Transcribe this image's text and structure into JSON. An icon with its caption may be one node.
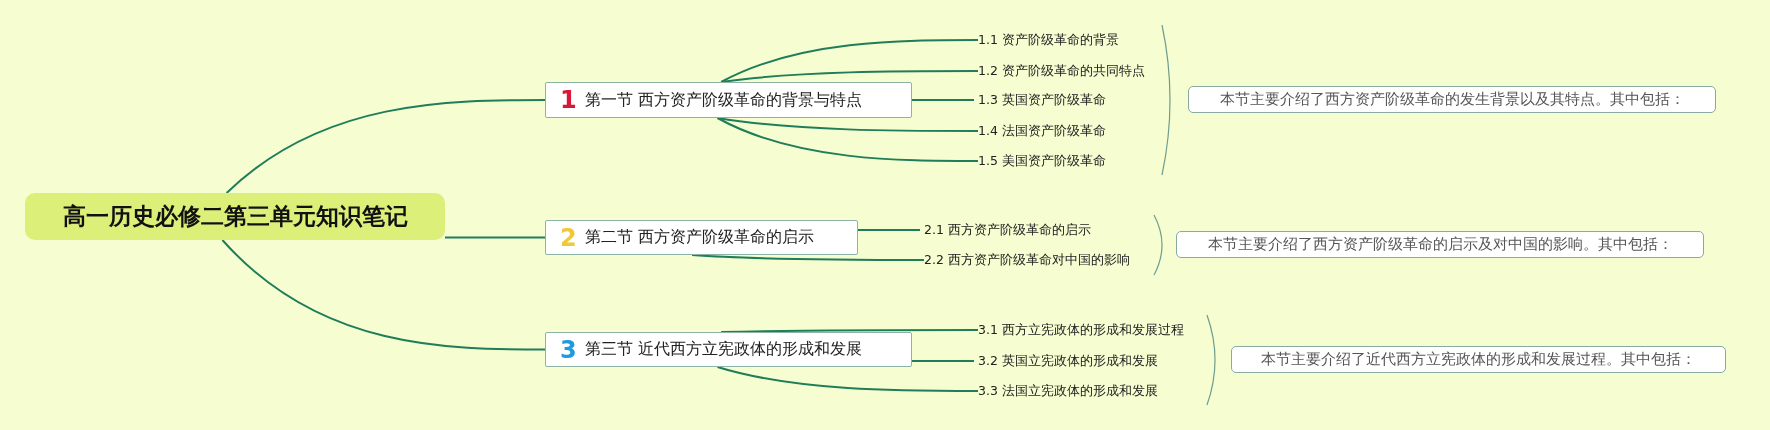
{
  "diagram": {
    "nodes": [
      {
        "text": [
          "高一历史必修二第三单元知识笔记"
        ]
      },
      {
        "text": [
          "1",
          "第一节 西方资产阶级革命的背景与特点"
        ]
      },
      {
        "text": [
          "1.1 资产阶级革命的背景"
        ]
      },
      {
        "text": [
          "1.2 资产阶级革命的共同特点"
        ]
      },
      {
        "text": [
          "1.3 英国资产阶级革命"
        ]
      },
      {
        "text": [
          "1.4 法国资产阶级革命"
        ]
      },
      {
        "text": [
          "1.5 美国资产阶级革命"
        ]
      },
      {
        "text": [
          "本节主要介绍了西方资产阶级革命的发生背景以及其特点。其中包括："
        ]
      },
      {
        "text": [
          "2",
          "第二节 西方资产阶级革命的启示"
        ]
      },
      {
        "text": [
          "2.1 西方资产阶级革命的启示"
        ]
      },
      {
        "text": [
          "2.2 西方资产阶级革命对中国的影响"
        ]
      },
      {
        "text": [
          "本节主要介绍了西方资产阶级革命的启示及对中国的影响。其中包括："
        ]
      },
      {
        "text": [
          "3",
          "第三节 近代西方立宪政体的形成和发展"
        ]
      },
      {
        "text": [
          "3.1 西方立宪政体的形成和发展过程"
        ]
      },
      {
        "text": [
          "3.2 英国立宪政体的形成和发展"
        ]
      },
      {
        "text": [
          "3.3 法国立宪政体的形成和发展"
        ]
      },
      {
        "text": [
          "本节主要介绍了近代西方立宪政体的形成和发展过程。其中包括："
        ]
      }
    ],
    "edges": [
      {
        "from": 0,
        "to": 1,
        "arrow": "none"
      },
      {
        "from": 0,
        "to": 8,
        "arrow": "none"
      },
      {
        "from": 0,
        "to": 12,
        "arrow": "none"
      },
      {
        "from": 1,
        "to": 2,
        "arrow": "none"
      },
      {
        "from": 1,
        "to": 3,
        "arrow": "none"
      },
      {
        "from": 1,
        "to": 4,
        "arrow": "none"
      },
      {
        "from": 1,
        "to": 5,
        "arrow": "none"
      },
      {
        "from": 1,
        "to": 6,
        "arrow": "none"
      },
      {
        "from": 8,
        "to": 9,
        "arrow": "none"
      },
      {
        "from": 8,
        "to": 10,
        "arrow": "none"
      },
      {
        "from": 12,
        "to": 13,
        "arrow": "none"
      },
      {
        "from": 12,
        "to": 14,
        "arrow": "none"
      },
      {
        "from": 12,
        "to": 15,
        "arrow": "none"
      }
    ]
  }
}
